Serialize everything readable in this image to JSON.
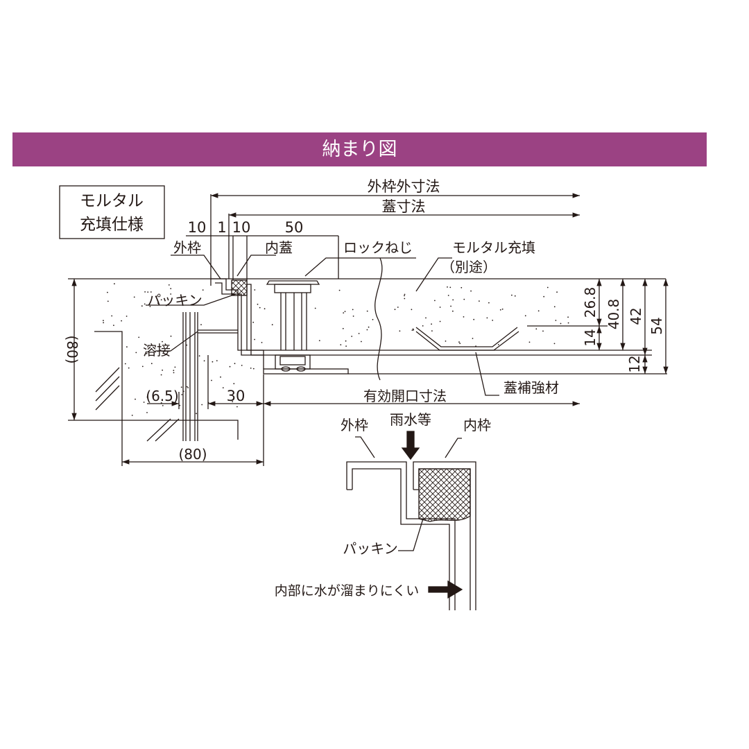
{
  "banner": {
    "title": "納まり図",
    "color": "#9b4283"
  },
  "labels": {
    "spec_line1": "モルタル",
    "spec_line2": "充填仕様",
    "outer_frame_size": "外枠外寸法",
    "cover_size": "蓋寸法",
    "dim_10a": "10",
    "dim_1": "1",
    "dim_10b": "10",
    "dim_50": "50",
    "outer_frame": "外枠",
    "inner_cover": "内蓋",
    "lock_screw": "ロックねじ",
    "mortar_fill": "モルタル充填",
    "separate": "（別途）",
    "packing": "パッキン",
    "welding": "溶接",
    "dim_80_vertical": "(80)",
    "dim_6_5": "(6.5)",
    "dim_30": "30",
    "effective_opening": "有効開口寸法",
    "dim_80_horizontal": "(80)",
    "cover_reinforcement": "蓋補強材",
    "dim_26_8": "26.8",
    "dim_40_8": "40.8",
    "dim_42": "42",
    "dim_54": "54",
    "dim_14": "14",
    "dim_12": "12"
  },
  "detail": {
    "outer_frame": "外枠",
    "rainwater": "雨水等",
    "inner_frame": "内枠",
    "packing": "パッキン",
    "note": "内部に水が溜まりにくい"
  },
  "colors": {
    "line": "#231815",
    "accent": "#9b4283"
  }
}
